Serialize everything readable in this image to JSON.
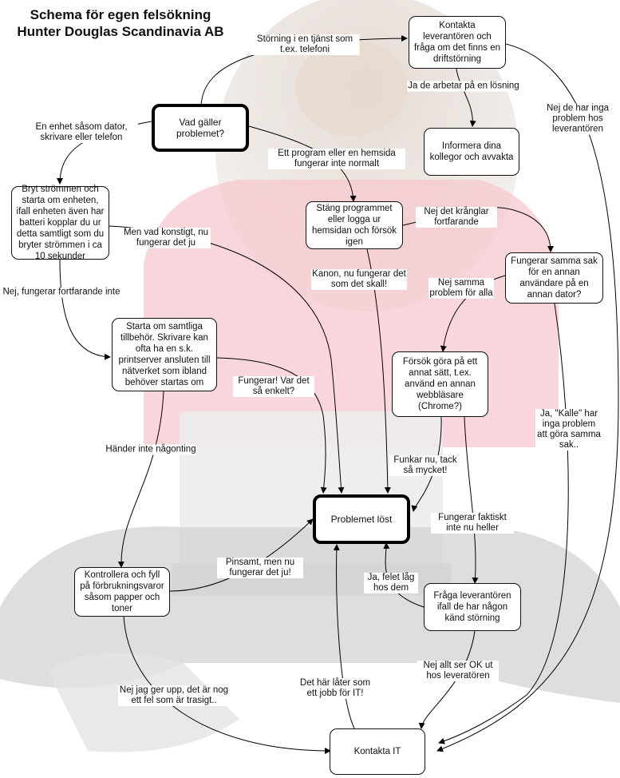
{
  "title_line1": "Schema för egen felsökning",
  "title_line2": "Hunter Douglas Scandinavia AB",
  "nodes": {
    "vad": "Vad gäller problemet?",
    "kontakta_lev": "Kontakta leverantören och fråga om det finns en driftstörning",
    "informera": "Informera dina kollegor och avvakta",
    "bryt": "Bryt strömmen och starta om enheten, ifall enheten även har batteri kopplar du ur detta samtligt som du bryter strömmen i ca 10 sekunder",
    "stang": "Stäng programmet eller logga ur hemsidan och försök igen",
    "fungerar_samma": "Fungerar samma sak för en annan användare på en annan dator?",
    "starta_om": "Starta om samtliga tillbehör. Skrivare kan ofta ha en s.k. printserver ansluten till nätverket som ibland behöver startas om",
    "forsok": "Försök göra på ett annat sätt, t.ex. använd en annan webbläsare (Chrome?)",
    "lost": "Problemet löst",
    "kontrollera": "Kontrollera och fyll på förbrukningsvaror såsom papper och toner",
    "fraga_lev": "Fråga leverantören ifall de har någon känd störning",
    "kontakta_it": "Kontakta IT"
  },
  "edge_labels": {
    "storning": "Störning i en tjänst som t.ex. telefoni",
    "ja_de_arbetar": "Ja de arbetar på en lösning",
    "nej_de_har": "Nej de har inga problem hos leverantören",
    "en_enhet": "En enhet såsom dator, skrivare eller telefon",
    "ett_program": "Ett program eller en hemsida fungerar inte normalt",
    "nej_det_krangla": "Nej det krånglar fortfarande",
    "men_vad": "Men vad konstigt, nu fungerar det ju",
    "kanon": "Kanon, nu fungerar det som det skall!",
    "nej_samma": "Nej samma problem för alla",
    "nej_fortfarande": "Nej, fungerar fortfarande inte",
    "fungerar_enkelt": "Fungerar! Var det så enkelt?",
    "ja_kalle": "Ja, \"Kalle\" har inga problem att göra samma sak..",
    "hander_inte": "Händer inte någonting",
    "funkar_nu": "Funkar nu, tack så mycket!",
    "fungerar_faktiskt": "Fungerar faktiskt inte nu heller",
    "pinsamt": "Pinsamt, men nu fungerar det ju!",
    "ja_felet": "Ja, felet låg hos dem",
    "nej_jag_ger": "Nej jag ger upp, det är nog ett fel som är trasigt..",
    "det_har": "Det här låter som ett jobb för IT!",
    "nej_allt": "Nej allt ser OK ut hos leveratören"
  }
}
